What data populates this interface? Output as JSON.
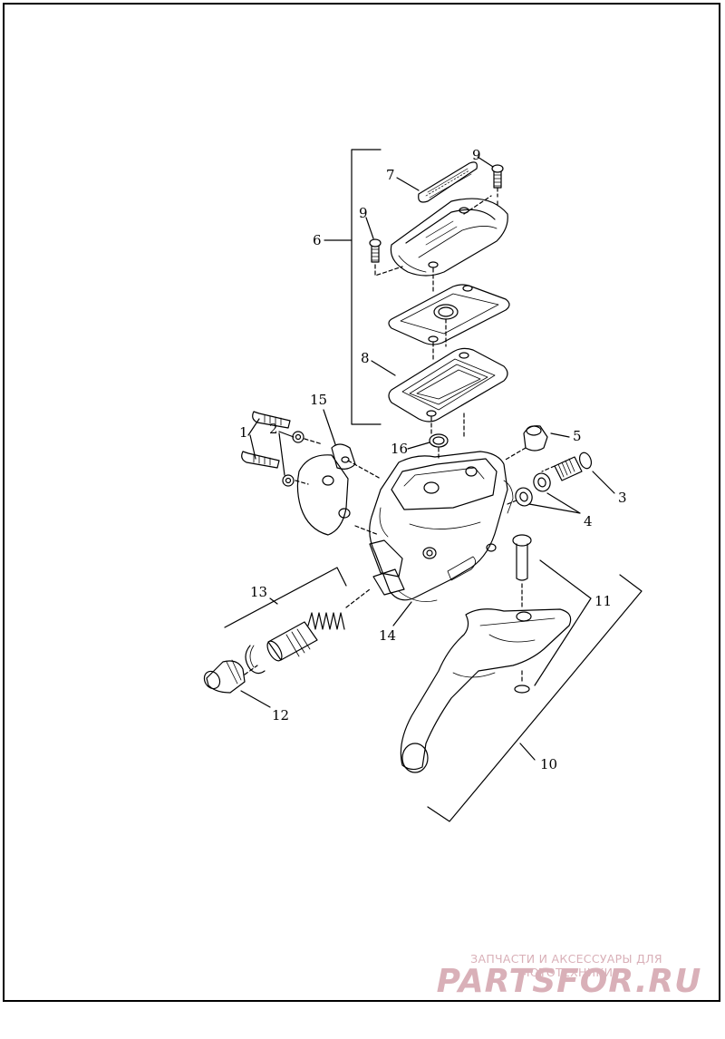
{
  "callouts": {
    "c1": "1",
    "c2": "2",
    "c3": "3",
    "c4": "4",
    "c5": "5",
    "c6": "6",
    "c7": "7",
    "c8": "8",
    "c9a": "9",
    "c9b": "9",
    "c10": "10",
    "c11": "11",
    "c12": "12",
    "c13": "13",
    "c14": "14",
    "c15": "15",
    "c16": "16"
  },
  "watermark": {
    "tagline": "ЗАПЧАСТИ И АКСЕССУАРЫ ДЛЯ МОТОТЕХНИКИ",
    "brand": "PARTSFOR.RU"
  },
  "colors": {
    "line": "#000000",
    "watermark": "#d9b0b8",
    "paper": "#ffffff"
  }
}
